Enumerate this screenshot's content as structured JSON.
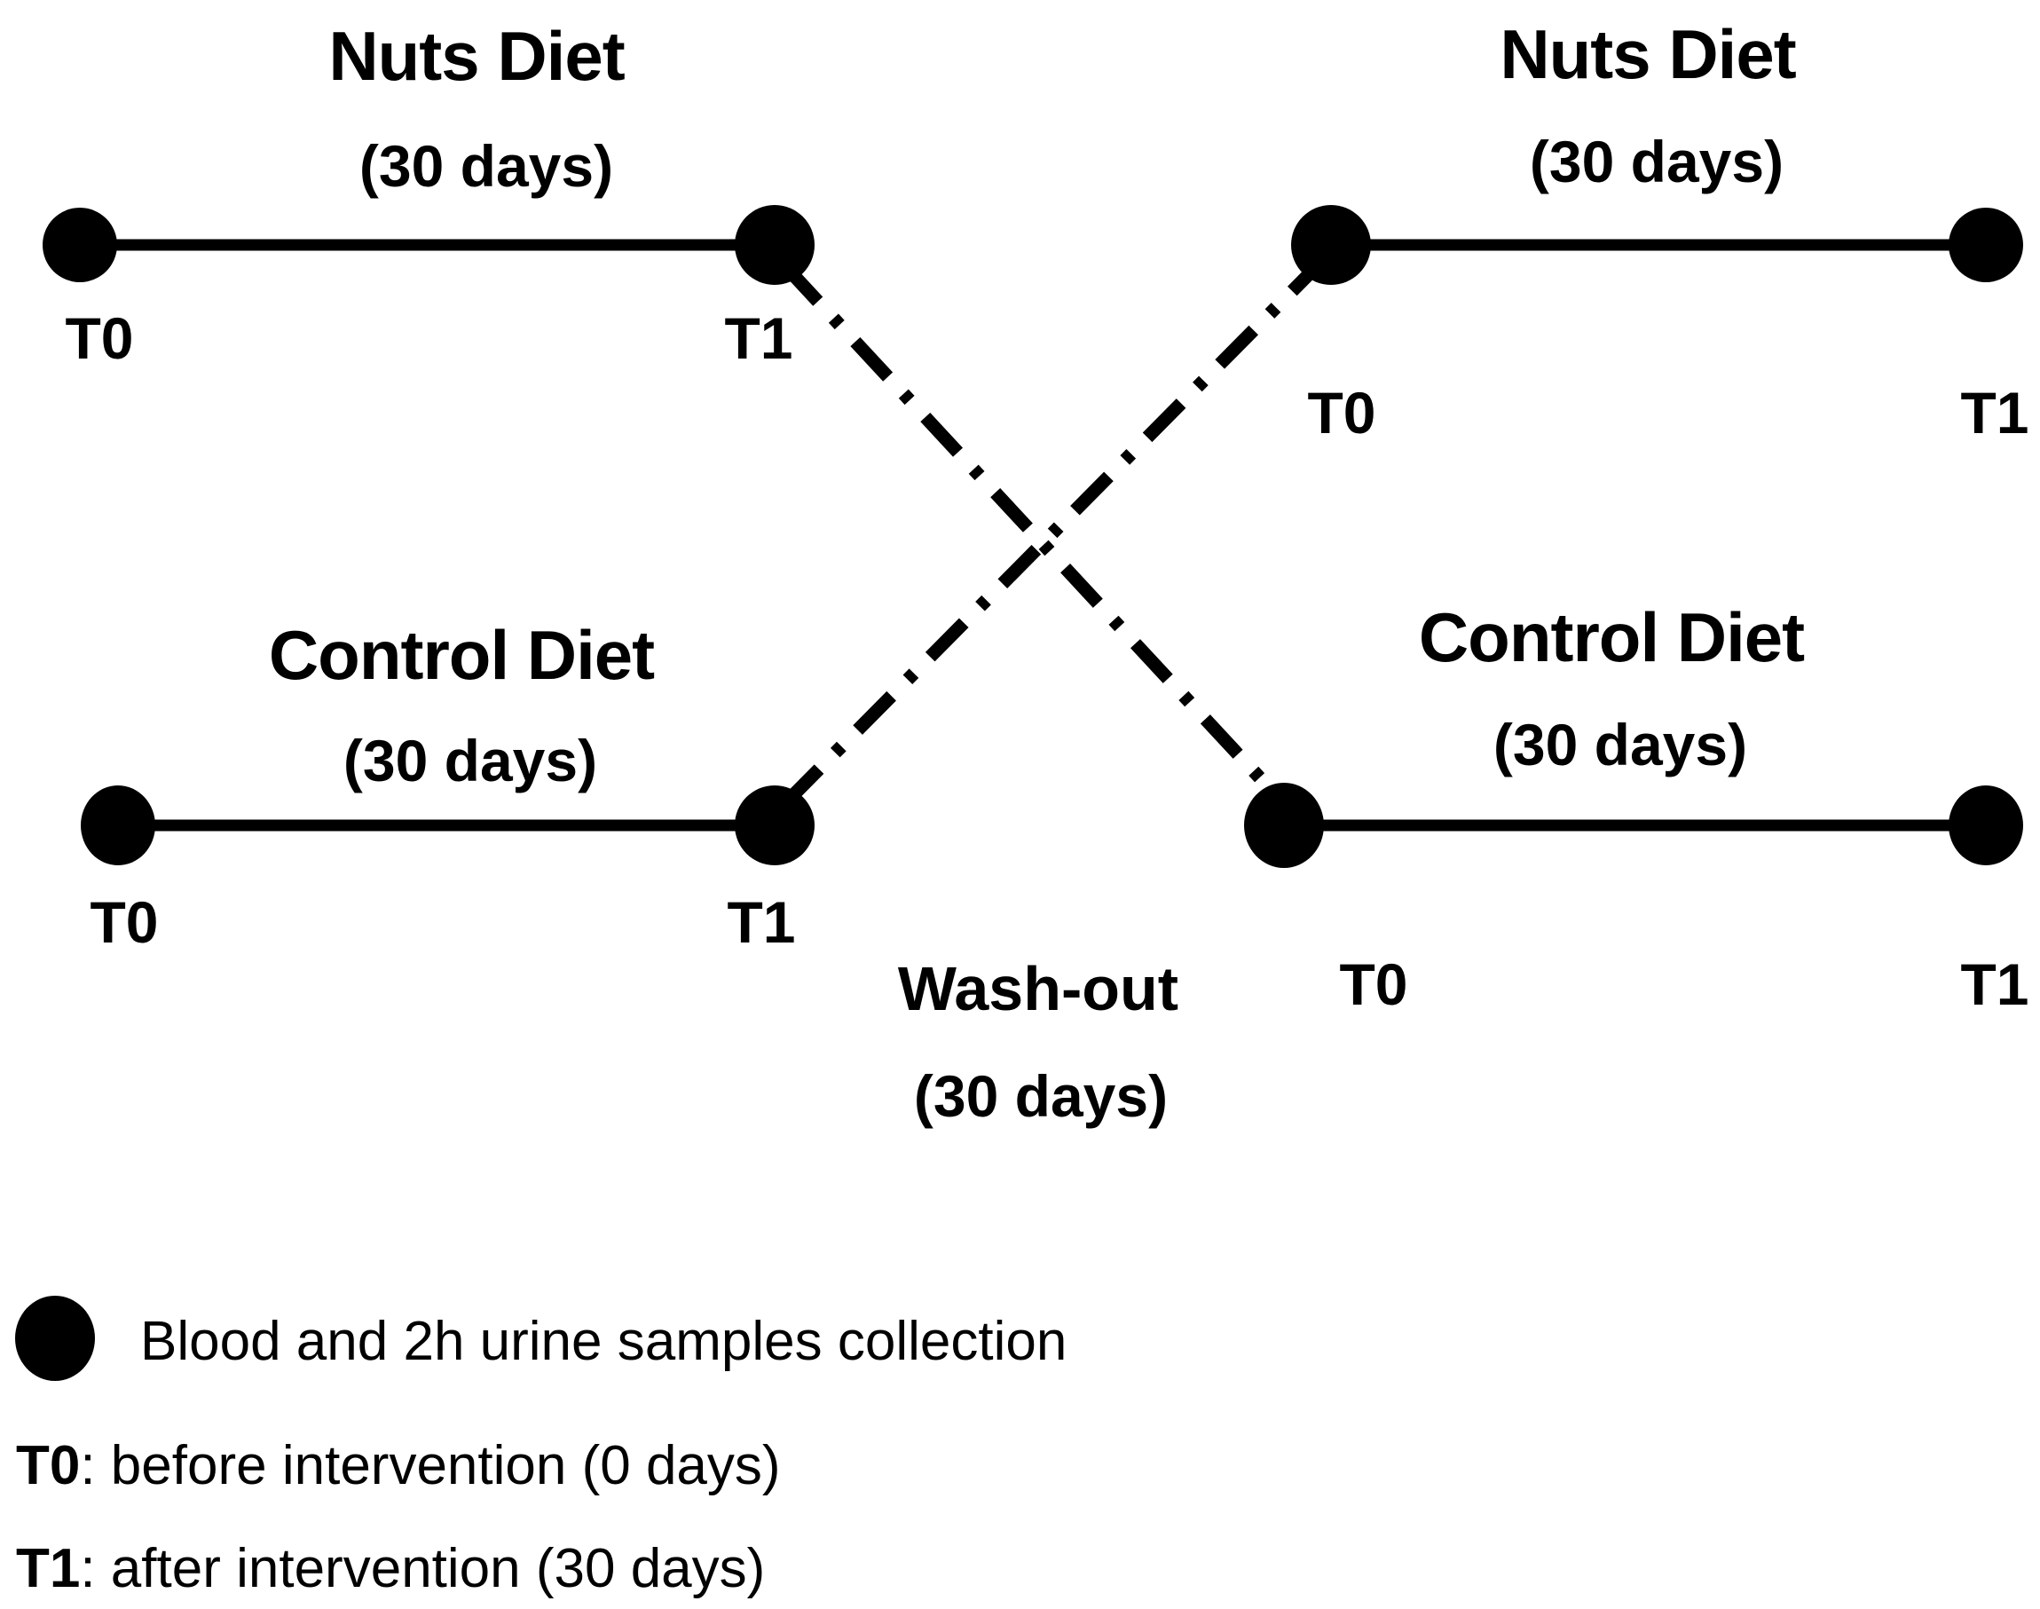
{
  "figure": {
    "background_color": "#ffffff",
    "ink_color": "#000000",
    "title": ""
  },
  "arms": [
    {
      "id": "period1-nuts",
      "diet_label": "Nuts Diet",
      "duration_label": "(30 days)",
      "start_label": "T0",
      "end_label": "T1"
    },
    {
      "id": "period2-nuts",
      "diet_label": "Nuts Diet",
      "duration_label": "(30 days)",
      "start_label": "T0",
      "end_label": "T1"
    },
    {
      "id": "period1-control",
      "diet_label": "Control Diet",
      "duration_label": "(30 days)",
      "start_label": "T0",
      "end_label": "T1"
    },
    {
      "id": "period2-control",
      "diet_label": "Control Diet",
      "duration_label": "(30 days)",
      "start_label": "T0",
      "end_label": "T1"
    }
  ],
  "washout": {
    "title": "Wash-out",
    "duration_label": "(30 days)"
  },
  "legend": {
    "sample_marker_label": "Blood and 2h urine samples collection",
    "timepoints": [
      {
        "key": "T0",
        "description": ": before intervention (0 days)"
      },
      {
        "key": "T1",
        "description": ": after intervention (30 days)"
      }
    ]
  }
}
